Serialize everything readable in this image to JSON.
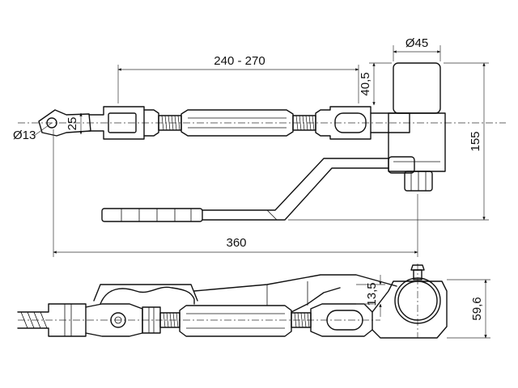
{
  "dimensions": {
    "adjust_range": "240 - 270",
    "tube_diameter": "Ø45",
    "offset_top": "40,5",
    "eye_diameter": "Ø13",
    "eye_width": "25",
    "height_total": "155",
    "length_total": "360",
    "offset_side": "13,5",
    "side_height": "59,6"
  }
}
